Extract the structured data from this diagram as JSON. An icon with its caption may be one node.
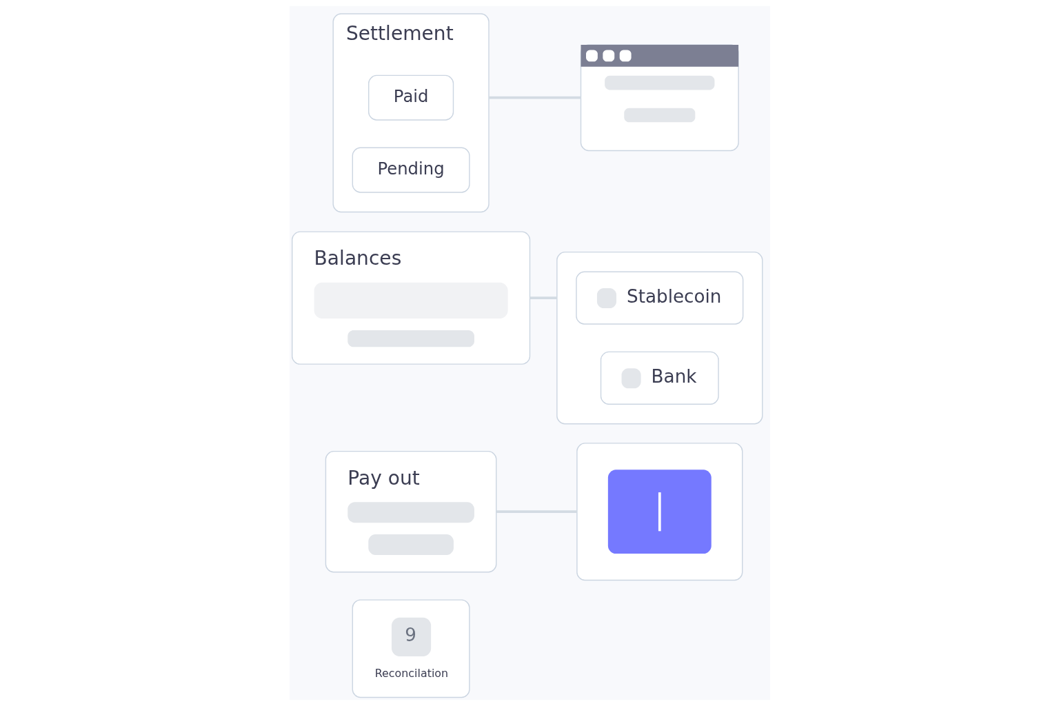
{
  "diagram": {
    "nodes": [
      {
        "text": [
          "Balances"
        ]
      },
      {
        "text": [
          "Settlement"
        ]
      },
      {
        "text": [
          "Paid"
        ],
        "in": 1
      },
      {
        "text": [
          "Pending"
        ],
        "in": 1
      },
      {
        "text": [],
        "shape": "box"
      },
      {
        "text": [],
        "shape": "box"
      },
      {
        "text": [],
        "shape": "box"
      },
      {
        "text": [
          "Stablecoin"
        ],
        "in": 6
      },
      {
        "text": [
          "Bank"
        ],
        "in": 6
      },
      {
        "text": [
          "Pay out"
        ]
      },
      {
        "text": [
          "9",
          "Reconcilation"
        ]
      }
    ],
    "edges": [
      {
        "from": 0,
        "to": 6,
        "arrow": "none"
      },
      {
        "from": 1,
        "to": 4,
        "arrow": "none"
      },
      {
        "from": 9,
        "to": 5,
        "arrow": "none"
      }
    ]
  }
}
